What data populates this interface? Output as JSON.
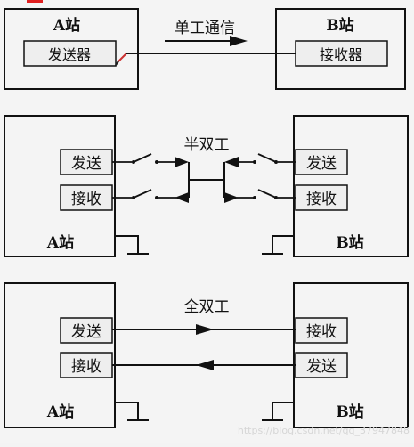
{
  "simplex": {
    "title": "单工通信",
    "station_a": "A站",
    "station_b": "B站",
    "sender": "发送器",
    "receiver": "接收器"
  },
  "half_duplex": {
    "title": "半双工",
    "station_a": "A站",
    "station_b": "B站",
    "a_send": "发送",
    "a_receive": "接收",
    "b_send": "发送",
    "b_receive": "接收"
  },
  "full_duplex": {
    "title": "全双工",
    "station_a": "A站",
    "station_b": "B站",
    "a_send": "发送",
    "a_receive": "接收",
    "b_receive": "接收",
    "b_send": "发送"
  },
  "watermark": "https://blog.csdn.net/qq_37947848",
  "colors": {
    "line": "#111111",
    "box_fill": "#f4f4f4",
    "label_fill": "#eeeeee",
    "accent_red": "#e02020"
  }
}
